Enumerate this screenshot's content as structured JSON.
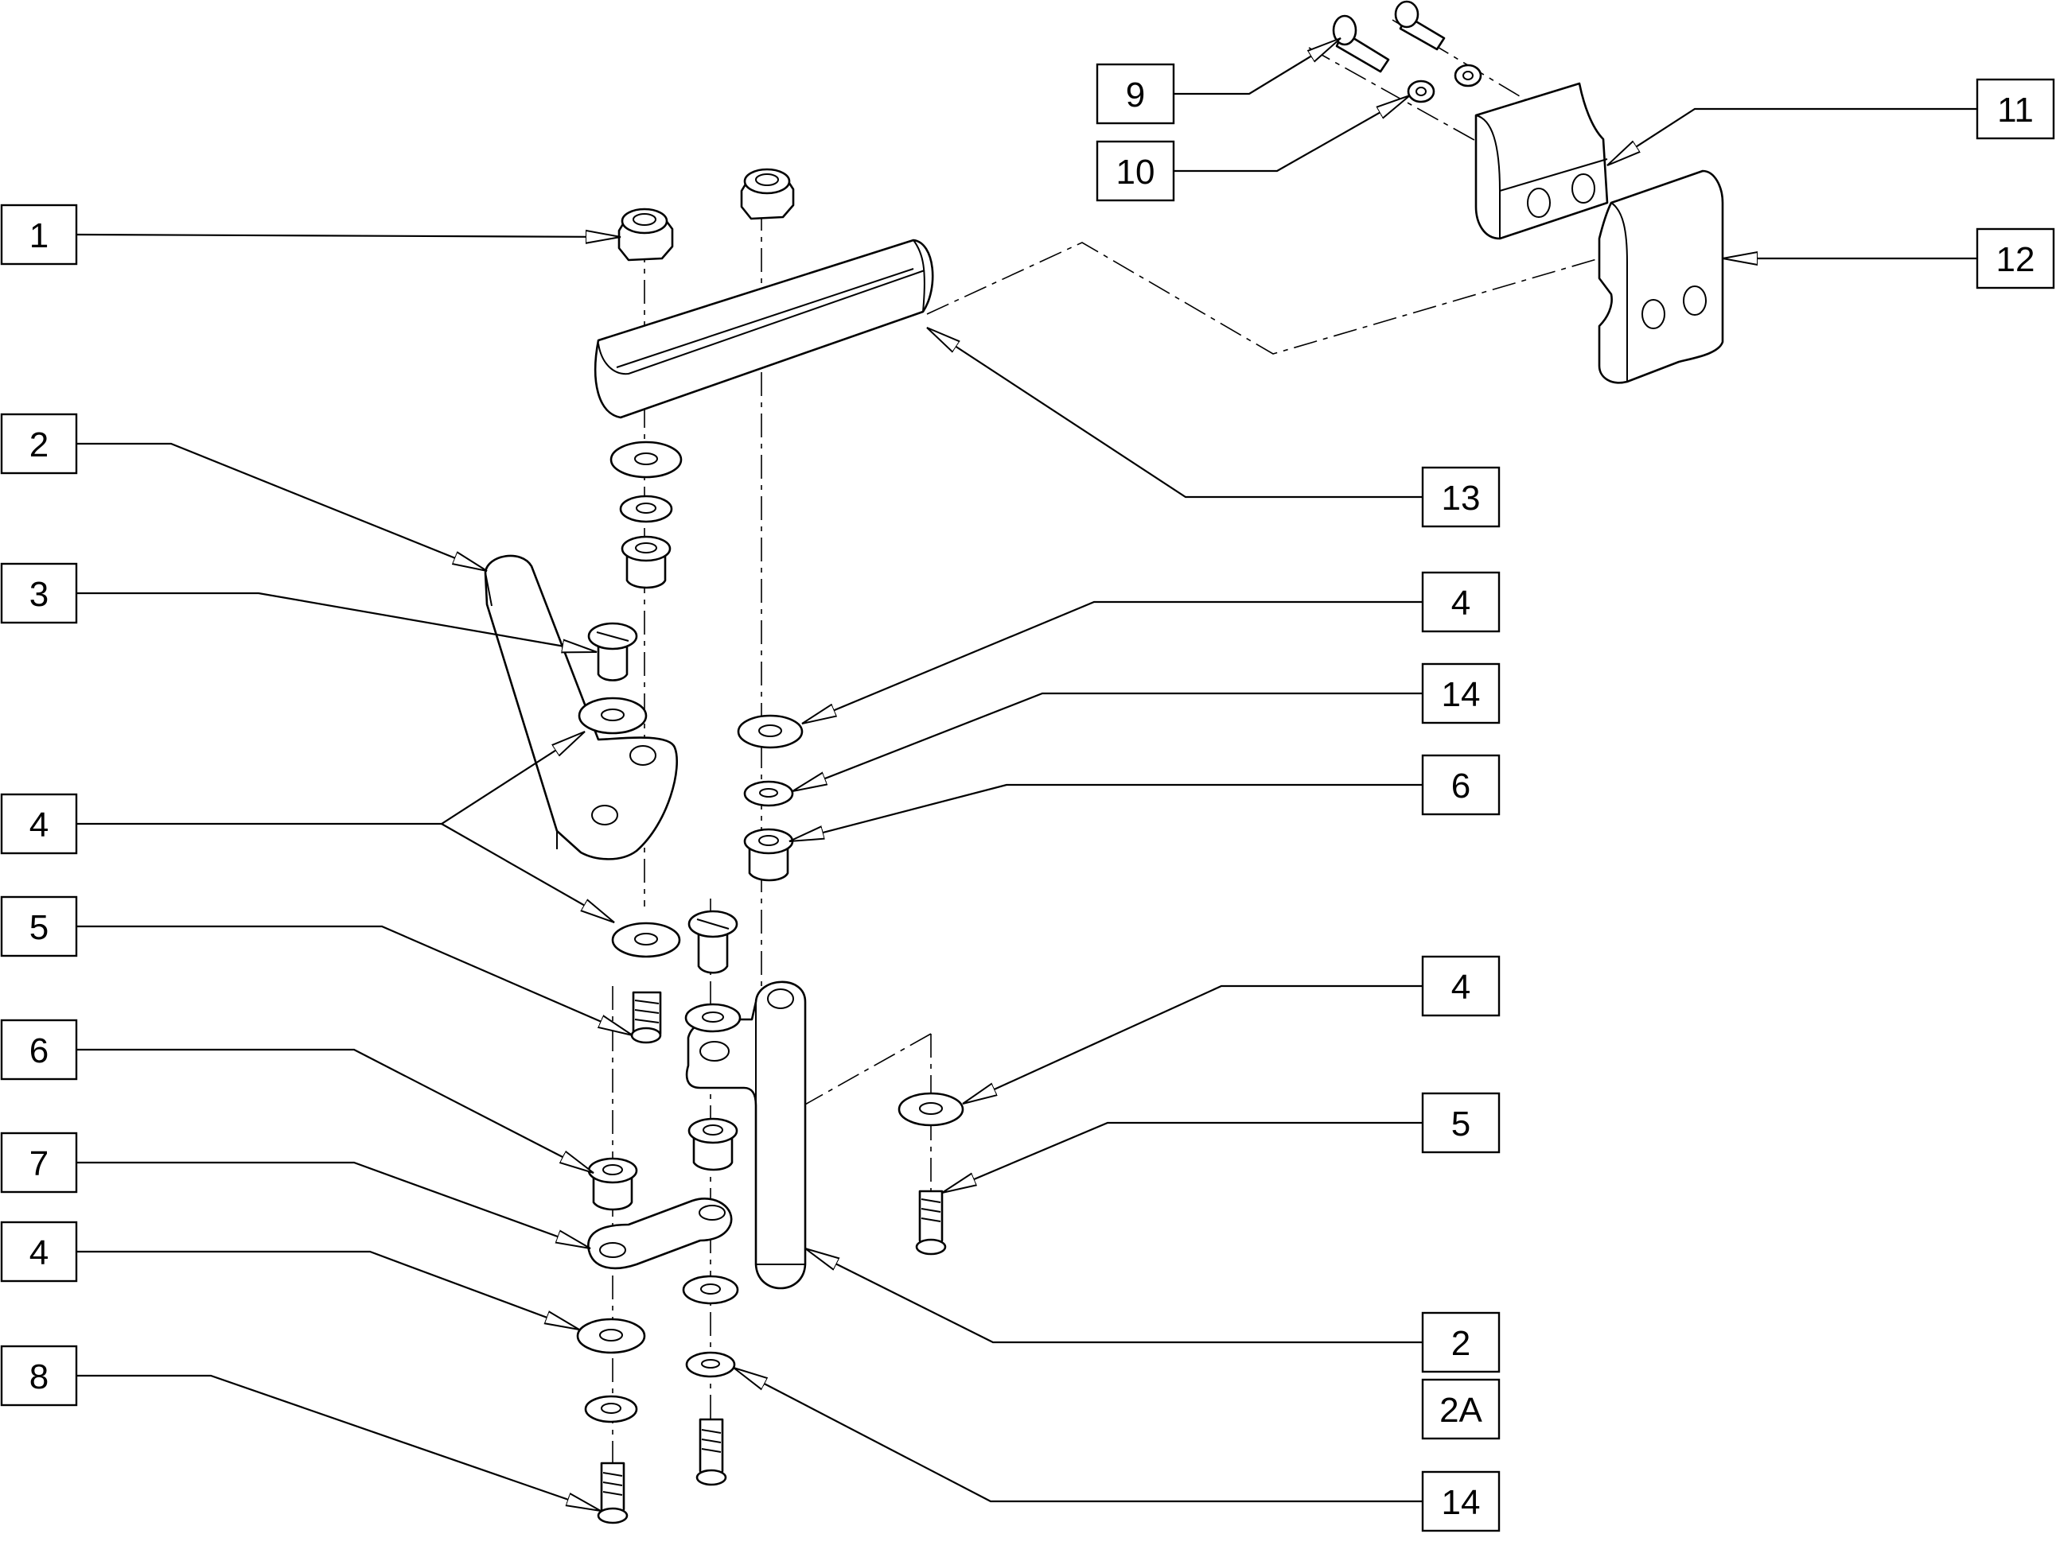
{
  "callouts": [
    {
      "id": "c1",
      "text": "1"
    },
    {
      "id": "c2a",
      "text": "2"
    },
    {
      "id": "c3",
      "text": "3"
    },
    {
      "id": "c4a",
      "text": "4"
    },
    {
      "id": "c5a",
      "text": "5"
    },
    {
      "id": "c6a",
      "text": "6"
    },
    {
      "id": "c7",
      "text": "7"
    },
    {
      "id": "c4b",
      "text": "4"
    },
    {
      "id": "c8",
      "text": "8"
    },
    {
      "id": "c9",
      "text": "9"
    },
    {
      "id": "c10",
      "text": "10"
    },
    {
      "id": "c11",
      "text": "11"
    },
    {
      "id": "c12",
      "text": "12"
    },
    {
      "id": "c13",
      "text": "13"
    },
    {
      "id": "c4c",
      "text": "4"
    },
    {
      "id": "c14a",
      "text": "14"
    },
    {
      "id": "c6b",
      "text": "6"
    },
    {
      "id": "c4d",
      "text": "4"
    },
    {
      "id": "c5b",
      "text": "5"
    },
    {
      "id": "c2b",
      "text": "2"
    },
    {
      "id": "c2A",
      "text": "2A"
    },
    {
      "id": "c14b",
      "text": "14"
    }
  ]
}
